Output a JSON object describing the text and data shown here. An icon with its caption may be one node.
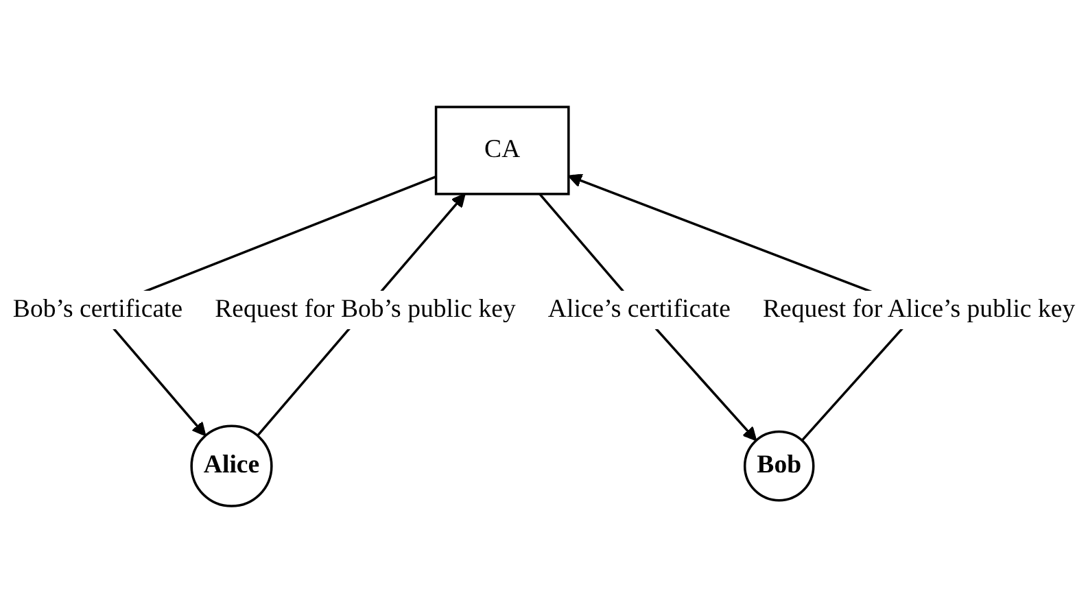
{
  "diagram": {
    "nodes": [
      {
        "text": [
          "CA"
        ]
      },
      {
        "text": [
          "Alice"
        ]
      },
      {
        "text": [
          "Bob"
        ]
      }
    ],
    "edges": [
      {
        "from": 1,
        "to": 0,
        "arrow": "to",
        "label": "Request for Bob’s public key"
      },
      {
        "from": 0,
        "to": 1,
        "arrow": "to",
        "label": "Bob’s certificate"
      },
      {
        "from": 2,
        "to": 0,
        "arrow": "to",
        "label": "Request for Alice’s public key"
      },
      {
        "from": 0,
        "to": 2,
        "arrow": "to",
        "label": "Alice’s certificate"
      }
    ]
  }
}
